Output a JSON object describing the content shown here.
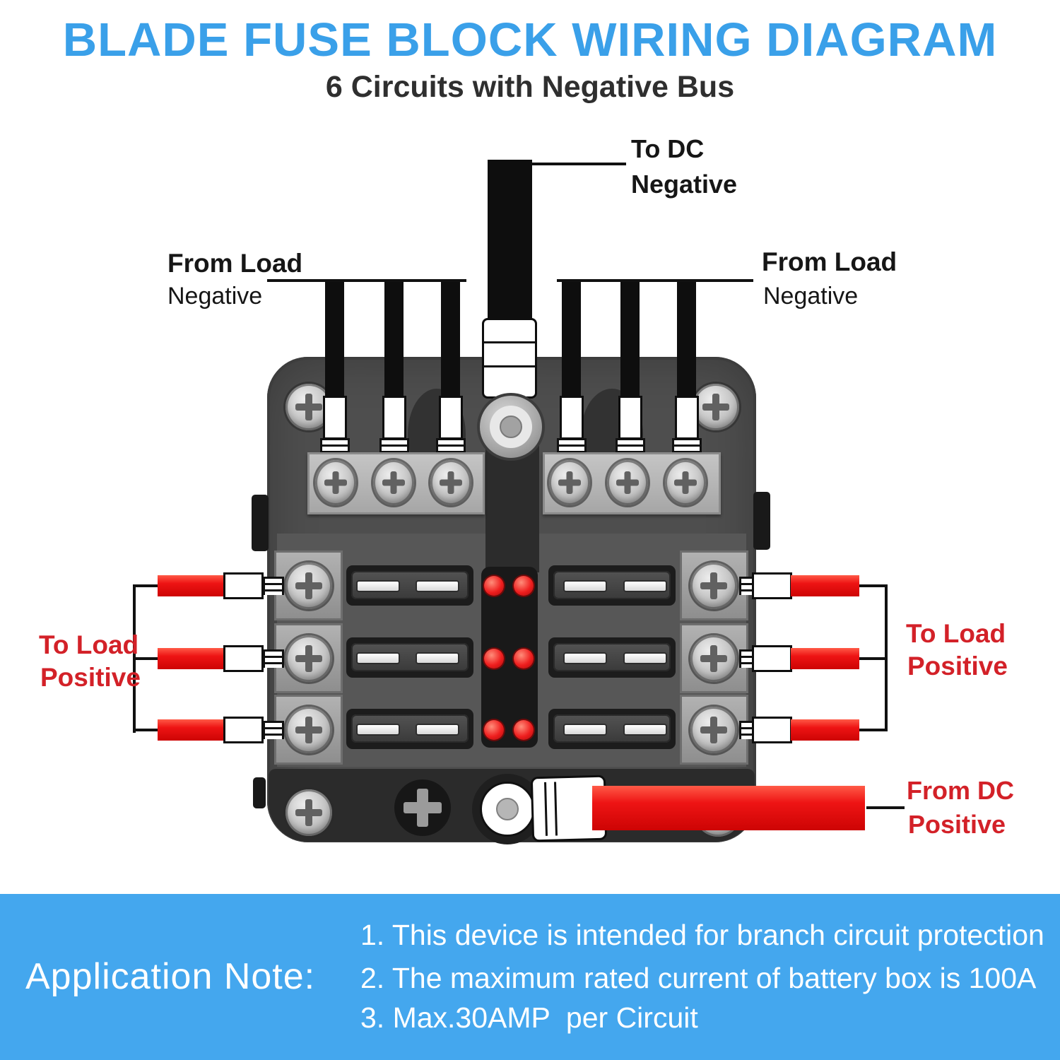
{
  "header": {
    "title": "BLADE FUSE BLOCK WIRING DIAGRAM",
    "subtitle": "6 Circuits with Negative Bus"
  },
  "diagram": {
    "labels": {
      "to_dc": {
        "line1": "To DC",
        "line2": "Negative"
      },
      "from_load_left": {
        "line1": "From Load",
        "line2": "Negative"
      },
      "from_load_right": {
        "line1": "From Load",
        "line2": "Negative"
      },
      "to_load_left": {
        "line1": "To Load",
        "line2": "Positive"
      },
      "to_load_right": {
        "line1": "To Load",
        "line2": "Positive"
      },
      "from_dc": {
        "line1": "From DC",
        "line2": "Positive"
      }
    },
    "circuit_count": 6,
    "led_count": 6
  },
  "application_note": {
    "heading": "Application Note:",
    "items": [
      "1. This device is intended for branch circuit protection",
      "2. The maximum rated current of battery box is 100A",
      "3. Max.30AMP  per Circuit"
    ]
  },
  "colors": {
    "title_blue": "#3aa0e9",
    "note_bar_blue": "#44a7ee",
    "wire_red": "#ee1414",
    "label_red": "#d32128",
    "led_red": "#ef1f1f",
    "wire_black": "#111111"
  }
}
